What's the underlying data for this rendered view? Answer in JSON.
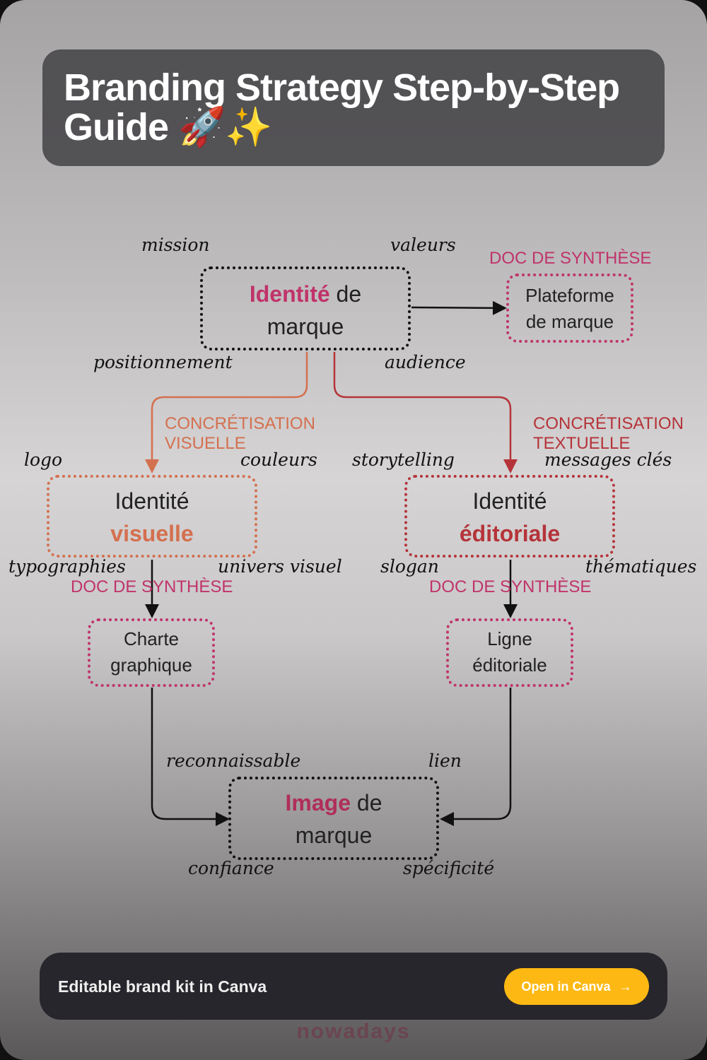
{
  "title": "Branding Strategy Step-by-Step Guide 🚀✨",
  "colors": {
    "pink": "#c0336a",
    "orange": "#d4704f",
    "red": "#b5343a",
    "button": "#fdb813"
  },
  "nodes": {
    "identite_marque": {
      "accent": "Identité",
      "rest": " de",
      "line2": "marque"
    },
    "plateforme": {
      "line1": "Plateforme",
      "line2": "de marque"
    },
    "visuelle": {
      "line1": "Identité",
      "accent": "visuelle"
    },
    "editoriale": {
      "line1": "Identité",
      "accent": "éditoriale"
    },
    "charte": {
      "line1": "Charte",
      "line2": "graphique"
    },
    "ligne": {
      "line1": "Ligne",
      "line2": "éditoriale"
    },
    "image": {
      "accent": "Image",
      "rest": " de",
      "line2": "marque"
    }
  },
  "captions": {
    "doc_top": "DOC DE SYNTHÈSE",
    "doc_left": "DOC DE SYNTHÈSE",
    "doc_right": "DOC DE SYNTHÈSE",
    "visual_1": "CONCRÉTISATION",
    "visual_2": "VISUELLE",
    "text_1": "CONCRÉTISATION",
    "text_2": "TEXTUELLE"
  },
  "keywords": {
    "mission": "mission",
    "valeurs": "valeurs",
    "positionnement": "positionnement",
    "audience": "audience",
    "logo": "logo",
    "couleurs": "couleurs",
    "storytelling": "storytelling",
    "messages": "messages clés",
    "typographies": "typographies",
    "univers": "univers visuel",
    "slogan": "slogan",
    "thematiques": "thématiques",
    "reconnaissable": "reconnaissable",
    "lien": "lien",
    "confiance": "confiance",
    "specificite": "spécificité"
  },
  "bar": {
    "text": "Editable brand kit in Canva",
    "button": "Open in Canva",
    "button_icon": "arrow-right-icon"
  },
  "logo": "nowadays"
}
